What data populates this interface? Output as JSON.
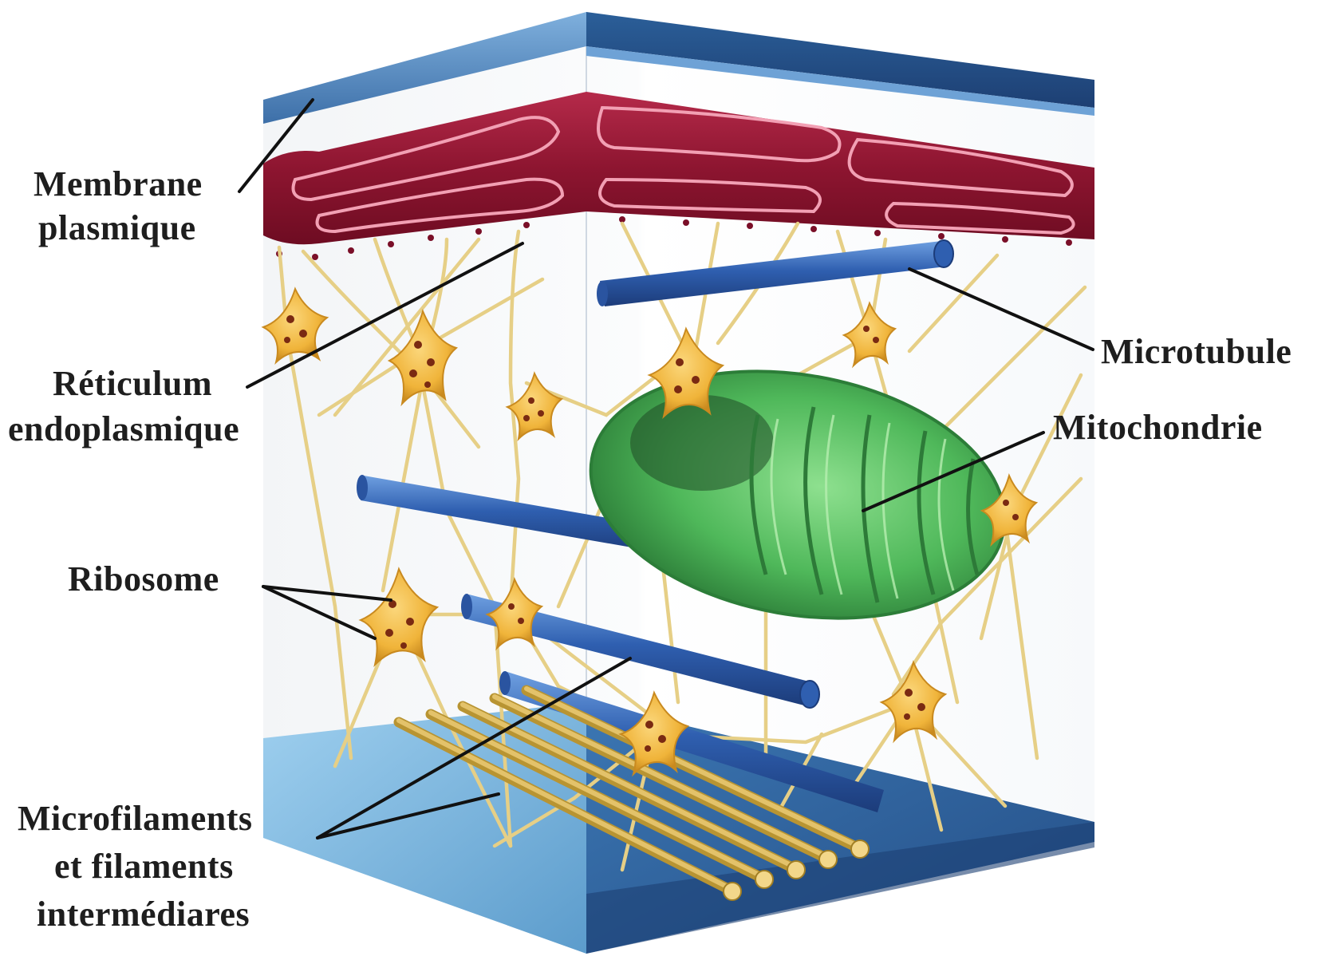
{
  "labels": {
    "membrane_line1": "Membrane",
    "membrane_line2": "plasmique",
    "reticulum_line1": "Réticulum",
    "reticulum_line2": "endoplasmique",
    "ribosome": "Ribosome",
    "microfilaments_line1": "Microfilaments",
    "microfilaments_line2": "et filaments",
    "microfilaments_line3": "intermédiares",
    "microtubule": "Microtubule",
    "mitochondrie": "Mitochondrie"
  },
  "colors": {
    "membrane": "#5f93c9",
    "reticulum": "#9c1b38",
    "microtubule": "#2f5fb0",
    "mitochondria": "#4fb85a",
    "ribosome": "#f0b43a",
    "filament": "#e6cf86",
    "label_text": "#1e1e1e"
  }
}
